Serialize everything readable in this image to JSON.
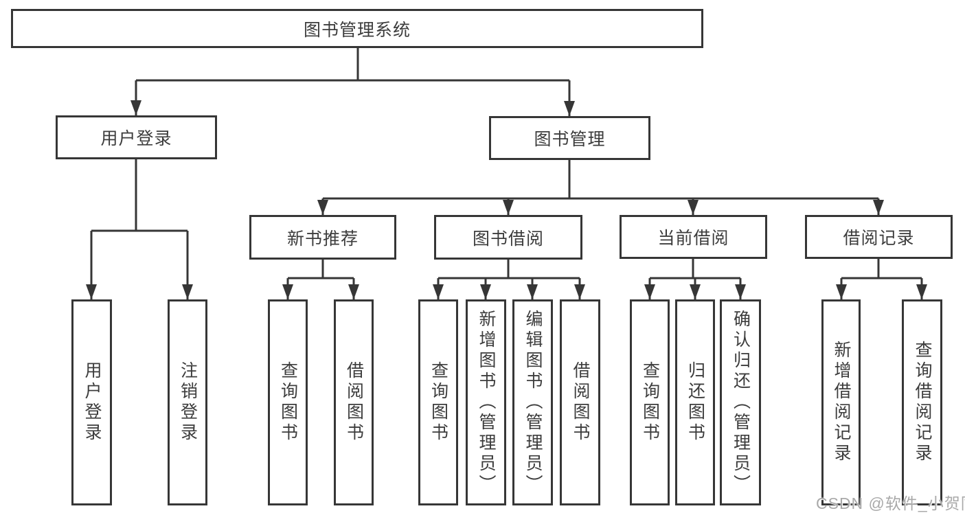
{
  "nodes": {
    "root": "图书管理系统",
    "user_login": "用户登录",
    "book_management": "图书管理",
    "new_book_recommend": "新书推荐",
    "book_borrowing": "图书借阅",
    "current_borrowing": "当前借阅",
    "borrowing_records": "借阅记录",
    "leaf_user_login": "用户登录",
    "leaf_logout": "注销登录",
    "leaf_query_books_1": "查询图书",
    "leaf_borrow_books_1": "借阅图书",
    "leaf_query_books_2": "查询图书",
    "leaf_add_books": "新增图书（管理员）",
    "leaf_edit_books": "编辑图书（管理员）",
    "leaf_borrow_books_2": "借阅图书",
    "leaf_query_books_3": "查询图书",
    "leaf_return_books": "归还图书",
    "leaf_confirm_return": "确认归还（管理员）",
    "leaf_add_borrow_record": "新增借阅记录",
    "leaf_query_borrow_record": "查询借阅记录"
  },
  "structure": {
    "图书管理系统": {
      "用户登录": [
        "用户登录",
        "注销登录"
      ],
      "图书管理": {
        "新书推荐": [
          "查询图书",
          "借阅图书"
        ],
        "图书借阅": [
          "查询图书",
          "新增图书（管理员）",
          "编辑图书（管理员）",
          "借阅图书"
        ],
        "当前借阅": [
          "查询图书",
          "归还图书",
          "确认归还（管理员）"
        ],
        "借阅记录": [
          "新增借阅记录",
          "查询借阅记录"
        ]
      }
    }
  },
  "watermark": {
    "text": "CSDN @软件_小贺同学"
  },
  "colors": {
    "line": "#363636",
    "box_border": "#363636",
    "text": "#3c3c3c",
    "watermark": "#a9a9a9",
    "background": "#ffffff"
  }
}
